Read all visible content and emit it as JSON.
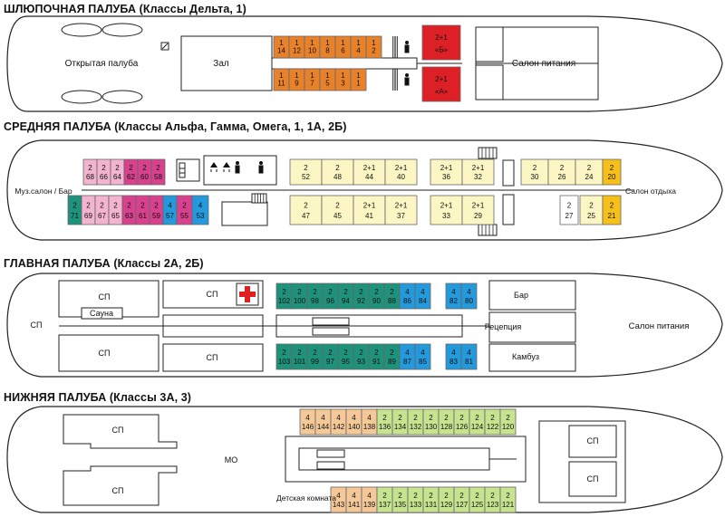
{
  "titles": {
    "boat": "ШЛЮПОЧНАЯ ПАЛУБА (Классы Дельта, 1)",
    "middle": "СРЕДНЯЯ ПАЛУБА (Классы Альфа, Гамма, Омега, 1, 1А, 2Б)",
    "main": "ГЛАВНАЯ ПАЛУБА (Классы 2А, 2Б)",
    "lower": "НИЖНЯЯ ПАЛУБА (Классы 3А, 3)"
  },
  "colors": {
    "orange": "#e8822a",
    "red": "#dd1f26",
    "pink_light": "#f2b4cf",
    "magenta": "#d8418e",
    "teal": "#1f927c",
    "blue": "#2499db",
    "yellow_pale": "#fbf6c4",
    "yellow": "#f6c018",
    "peach": "#f5c898",
    "green_light": "#c6e38f",
    "medical_cross": "#e02020"
  },
  "icons": {
    "stairs": "stairs-icon",
    "toilet": "toilet-icon",
    "wc": "wc-pictogram-icon",
    "shower": "shower-icon",
    "medical": "medical-cross-icon",
    "ladder": "ladder-icon"
  },
  "decks": {
    "boat": {
      "areas": {
        "open_deck": "Открытая палуба",
        "hall": "Зал",
        "dining": "Салон питания"
      },
      "cabins_top": [
        {
          "cls": "1",
          "num": "14"
        },
        {
          "cls": "1",
          "num": "12"
        },
        {
          "cls": "1",
          "num": "10"
        },
        {
          "cls": "1",
          "num": "8"
        },
        {
          "cls": "1",
          "num": "6"
        },
        {
          "cls": "1",
          "num": "4"
        },
        {
          "cls": "1",
          "num": "2"
        }
      ],
      "cabins_bottom": [
        {
          "cls": "1",
          "num": "11"
        },
        {
          "cls": "1",
          "num": "9"
        },
        {
          "cls": "1",
          "num": "7"
        },
        {
          "cls": "1",
          "num": "5"
        },
        {
          "cls": "1",
          "num": "3"
        },
        {
          "cls": "1",
          "num": "1"
        }
      ],
      "suites": [
        {
          "cls": "2+1",
          "num": "«Б»"
        },
        {
          "cls": "2+1",
          "num": "«А»"
        }
      ]
    },
    "middle": {
      "areas": {
        "music_bar": "Муз.салон / Бар",
        "lounge": "Салон отдыха"
      },
      "cabins_top": [
        {
          "cls": "2",
          "num": "68"
        },
        {
          "cls": "2",
          "num": "66"
        },
        {
          "cls": "2",
          "num": "64"
        },
        {
          "cls": "2",
          "num": "62"
        },
        {
          "cls": "2",
          "num": "60"
        },
        {
          "cls": "2",
          "num": "58"
        },
        {
          "cls": "2",
          "num": "52"
        },
        {
          "cls": "2",
          "num": "48"
        },
        {
          "cls": "2+1",
          "num": "44"
        },
        {
          "cls": "2+1",
          "num": "40"
        },
        {
          "cls": "2+1",
          "num": "36"
        },
        {
          "cls": "2+1",
          "num": "32"
        },
        {
          "cls": "2",
          "num": "30"
        },
        {
          "cls": "2",
          "num": "26"
        },
        {
          "cls": "2",
          "num": "24"
        },
        {
          "cls": "2",
          "num": "20"
        }
      ],
      "cabins_bottom": [
        {
          "cls": "2",
          "num": "71"
        },
        {
          "cls": "2",
          "num": "69"
        },
        {
          "cls": "2",
          "num": "67"
        },
        {
          "cls": "2",
          "num": "65"
        },
        {
          "cls": "2",
          "num": "63"
        },
        {
          "cls": "2",
          "num": "61"
        },
        {
          "cls": "2",
          "num": "59"
        },
        {
          "cls": "4",
          "num": "57"
        },
        {
          "cls": "2",
          "num": "55"
        },
        {
          "cls": "4",
          "num": "53"
        },
        {
          "cls": "2",
          "num": "47"
        },
        {
          "cls": "2",
          "num": "45"
        },
        {
          "cls": "2+1",
          "num": "41"
        },
        {
          "cls": "2+1",
          "num": "37"
        },
        {
          "cls": "2+1",
          "num": "33"
        },
        {
          "cls": "2+1",
          "num": "29"
        },
        {
          "cls": "2",
          "num": "27"
        },
        {
          "cls": "2",
          "num": "25"
        },
        {
          "cls": "2",
          "num": "21"
        }
      ]
    },
    "main": {
      "areas": {
        "sp": "СП",
        "sauna": "Сауна",
        "bar": "Бар",
        "reception": "Рецепция",
        "galley": "Камбуз",
        "dining": "Салон питания"
      },
      "cabins_top": [
        {
          "cls": "2",
          "num": "102"
        },
        {
          "cls": "2",
          "num": "100"
        },
        {
          "cls": "2",
          "num": "98"
        },
        {
          "cls": "2",
          "num": "96"
        },
        {
          "cls": "2",
          "num": "94"
        },
        {
          "cls": "2",
          "num": "92"
        },
        {
          "cls": "2",
          "num": "90"
        },
        {
          "cls": "2",
          "num": "88"
        },
        {
          "cls": "4",
          "num": "86"
        },
        {
          "cls": "4",
          "num": "84"
        },
        {
          "cls": "4",
          "num": "82"
        },
        {
          "cls": "4",
          "num": "80"
        }
      ],
      "cabins_bottom": [
        {
          "cls": "2",
          "num": "103"
        },
        {
          "cls": "2",
          "num": "101"
        },
        {
          "cls": "2",
          "num": "99"
        },
        {
          "cls": "2",
          "num": "97"
        },
        {
          "cls": "2",
          "num": "95"
        },
        {
          "cls": "2",
          "num": "93"
        },
        {
          "cls": "2",
          "num": "91"
        },
        {
          "cls": "2",
          "num": "89"
        },
        {
          "cls": "4",
          "num": "87"
        },
        {
          "cls": "4",
          "num": "85"
        },
        {
          "cls": "4",
          "num": "83"
        },
        {
          "cls": "4",
          "num": "81"
        }
      ]
    },
    "lower": {
      "areas": {
        "sp": "СП",
        "engine": "МО",
        "kids": "Детская комната"
      },
      "cabins_top": [
        {
          "cls": "4",
          "num": "146"
        },
        {
          "cls": "4",
          "num": "144"
        },
        {
          "cls": "4",
          "num": "142"
        },
        {
          "cls": "4",
          "num": "140"
        },
        {
          "cls": "4",
          "num": "138"
        },
        {
          "cls": "2",
          "num": "136"
        },
        {
          "cls": "2",
          "num": "134"
        },
        {
          "cls": "2",
          "num": "132"
        },
        {
          "cls": "2",
          "num": "130"
        },
        {
          "cls": "2",
          "num": "128"
        },
        {
          "cls": "2",
          "num": "126"
        },
        {
          "cls": "2",
          "num": "124"
        },
        {
          "cls": "2",
          "num": "122"
        },
        {
          "cls": "2",
          "num": "120"
        }
      ],
      "cabins_bottom": [
        {
          "cls": "4",
          "num": "143"
        },
        {
          "cls": "4",
          "num": "141"
        },
        {
          "cls": "4",
          "num": "139"
        },
        {
          "cls": "2",
          "num": "137"
        },
        {
          "cls": "2",
          "num": "135"
        },
        {
          "cls": "2",
          "num": "133"
        },
        {
          "cls": "2",
          "num": "131"
        },
        {
          "cls": "2",
          "num": "129"
        },
        {
          "cls": "2",
          "num": "127"
        },
        {
          "cls": "2",
          "num": "125"
        },
        {
          "cls": "2",
          "num": "123"
        },
        {
          "cls": "2",
          "num": "121"
        }
      ]
    }
  }
}
